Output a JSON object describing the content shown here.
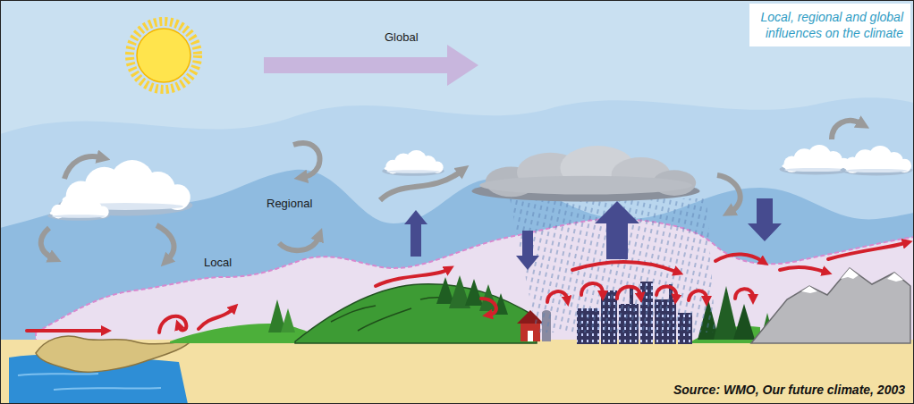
{
  "diagram": {
    "title": "Local, regional and global influences on the climate",
    "caption": "Source: WMO, Our future climate, 2003",
    "labels": [
      "Global",
      "Regional",
      "Local"
    ]
  }
}
